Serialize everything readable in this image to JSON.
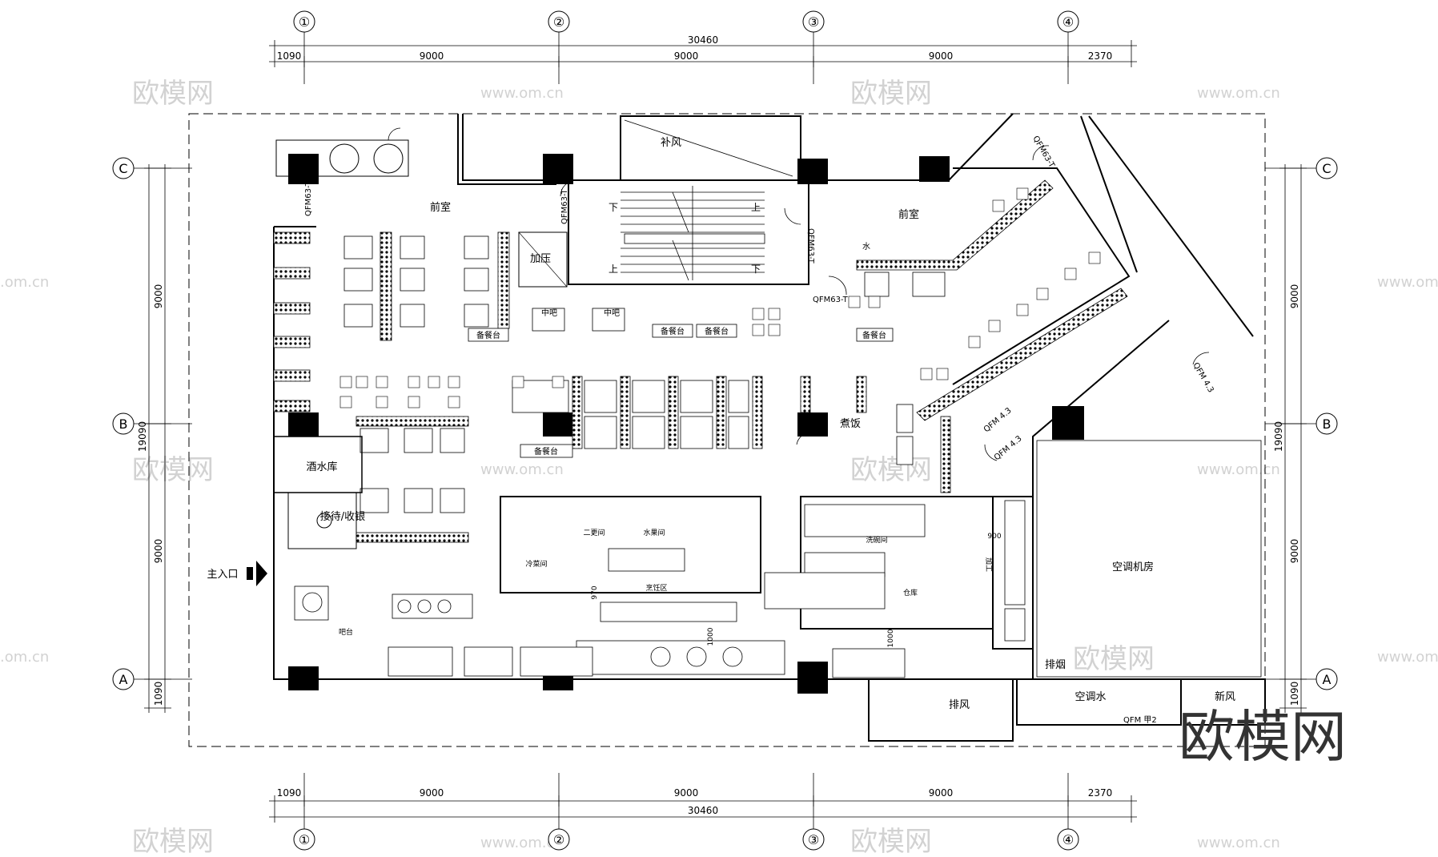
{
  "axes": {
    "columns": [
      "①",
      "②",
      "③",
      "④"
    ],
    "rows": [
      "C",
      "B",
      "A"
    ]
  },
  "dimensions": {
    "top_total": "30460",
    "top_segments": [
      "1090",
      "9000",
      "9000",
      "9000",
      "2370"
    ],
    "bottom_total": "30460",
    "bottom_segments": [
      "1090",
      "9000",
      "9000",
      "9000",
      "2370"
    ],
    "left_total": "19090",
    "left_segments": [
      "9000",
      "9000",
      "1090"
    ],
    "right_total": "19090",
    "right_segments": [
      "9000",
      "9000",
      "1090"
    ]
  },
  "rooms": {
    "front_room_left": "前室",
    "front_room_right": "前室",
    "fresh_air": "补风",
    "pressurize": "加压",
    "wine_store": "酒水库",
    "reception": "接待/收银",
    "main_entrance": "主入口",
    "ac_room": "空调机房",
    "exhaust": "排风",
    "ac_water": "空调水",
    "new_air": "新风",
    "smoke": "排烟",
    "rice": "煮饭",
    "dish_wash": "洗碗间",
    "cold_dish": "冷菜间",
    "secondary": "二更间",
    "fruit": "水果间",
    "cooking": "烹饪区",
    "warehouse": "仓库",
    "bar": "吧台",
    "processing": "加工",
    "stair_up_1": "上",
    "stair_down_1": "下",
    "stair_up_2": "上",
    "stair_down_2": "下"
  },
  "labels": {
    "service_station": "备餐台",
    "middle": "中吧",
    "water": "水",
    "dim_970": "970",
    "dim_1000": "1000",
    "dim_900": "900"
  },
  "doors": {
    "d1": "QFM63-T",
    "d2": "QFM63-T",
    "d3": "QFM63-T",
    "d4": "QFM63-T",
    "d5": "QFM63-T",
    "d6": "QFM 4.3",
    "d7": "QFM 4.3",
    "d8": "QFM 4.3",
    "d9": "QFM 甲2"
  },
  "watermark": {
    "brand": "欧模网",
    "url": "www.om.cn",
    "fragment": ".om.cn"
  }
}
